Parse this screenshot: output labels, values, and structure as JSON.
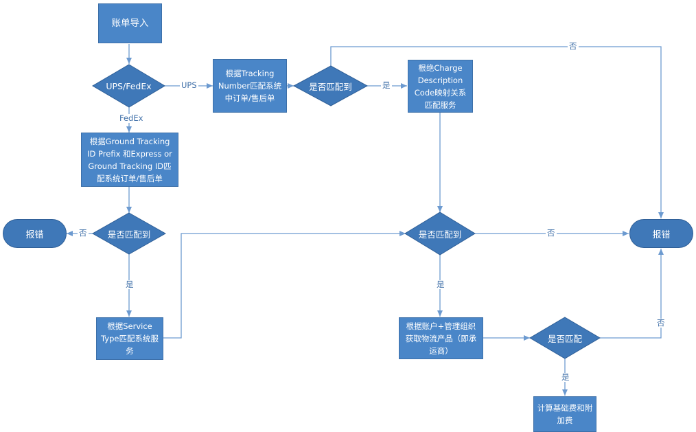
{
  "colors": {
    "box": "#4a86c8",
    "decision": "#3f78b8",
    "edge": "#6c9ad0",
    "label": "#3f6fa8"
  },
  "nodes": {
    "import": "账单导入",
    "carrier_decision": "UPS/FedEx",
    "ups_match_box": "根据Tracking Number匹配系统中订单/售后单",
    "ups_matched_decision": "是否匹配到",
    "charge_desc_box": "根绝Charge Description Code映射关系匹配服务",
    "fedex_match_box": "根据Ground Tracking ID Prefix 和Express or Ground Tracking ID匹配系统订单/售后单",
    "left_matched_decision": "是否匹配到",
    "error_left": "报错",
    "service_type_box": "根据Service Type匹配系统服务",
    "center_matched_decision": "是否匹配到",
    "error_right": "报错",
    "account_box": "根据账户+管理组织获取物流产品（即承运商）",
    "match_decision": "是否匹配",
    "fee_box": "计算基础费和附加费"
  },
  "edge_labels": {
    "ups": "UPS",
    "fedex": "FedEx",
    "yes_top": "是",
    "no_top": "否",
    "no_left": "否",
    "yes_left": "是",
    "no_center": "否",
    "yes_center": "是",
    "no_bottom": "否",
    "yes_bottom": "是"
  }
}
